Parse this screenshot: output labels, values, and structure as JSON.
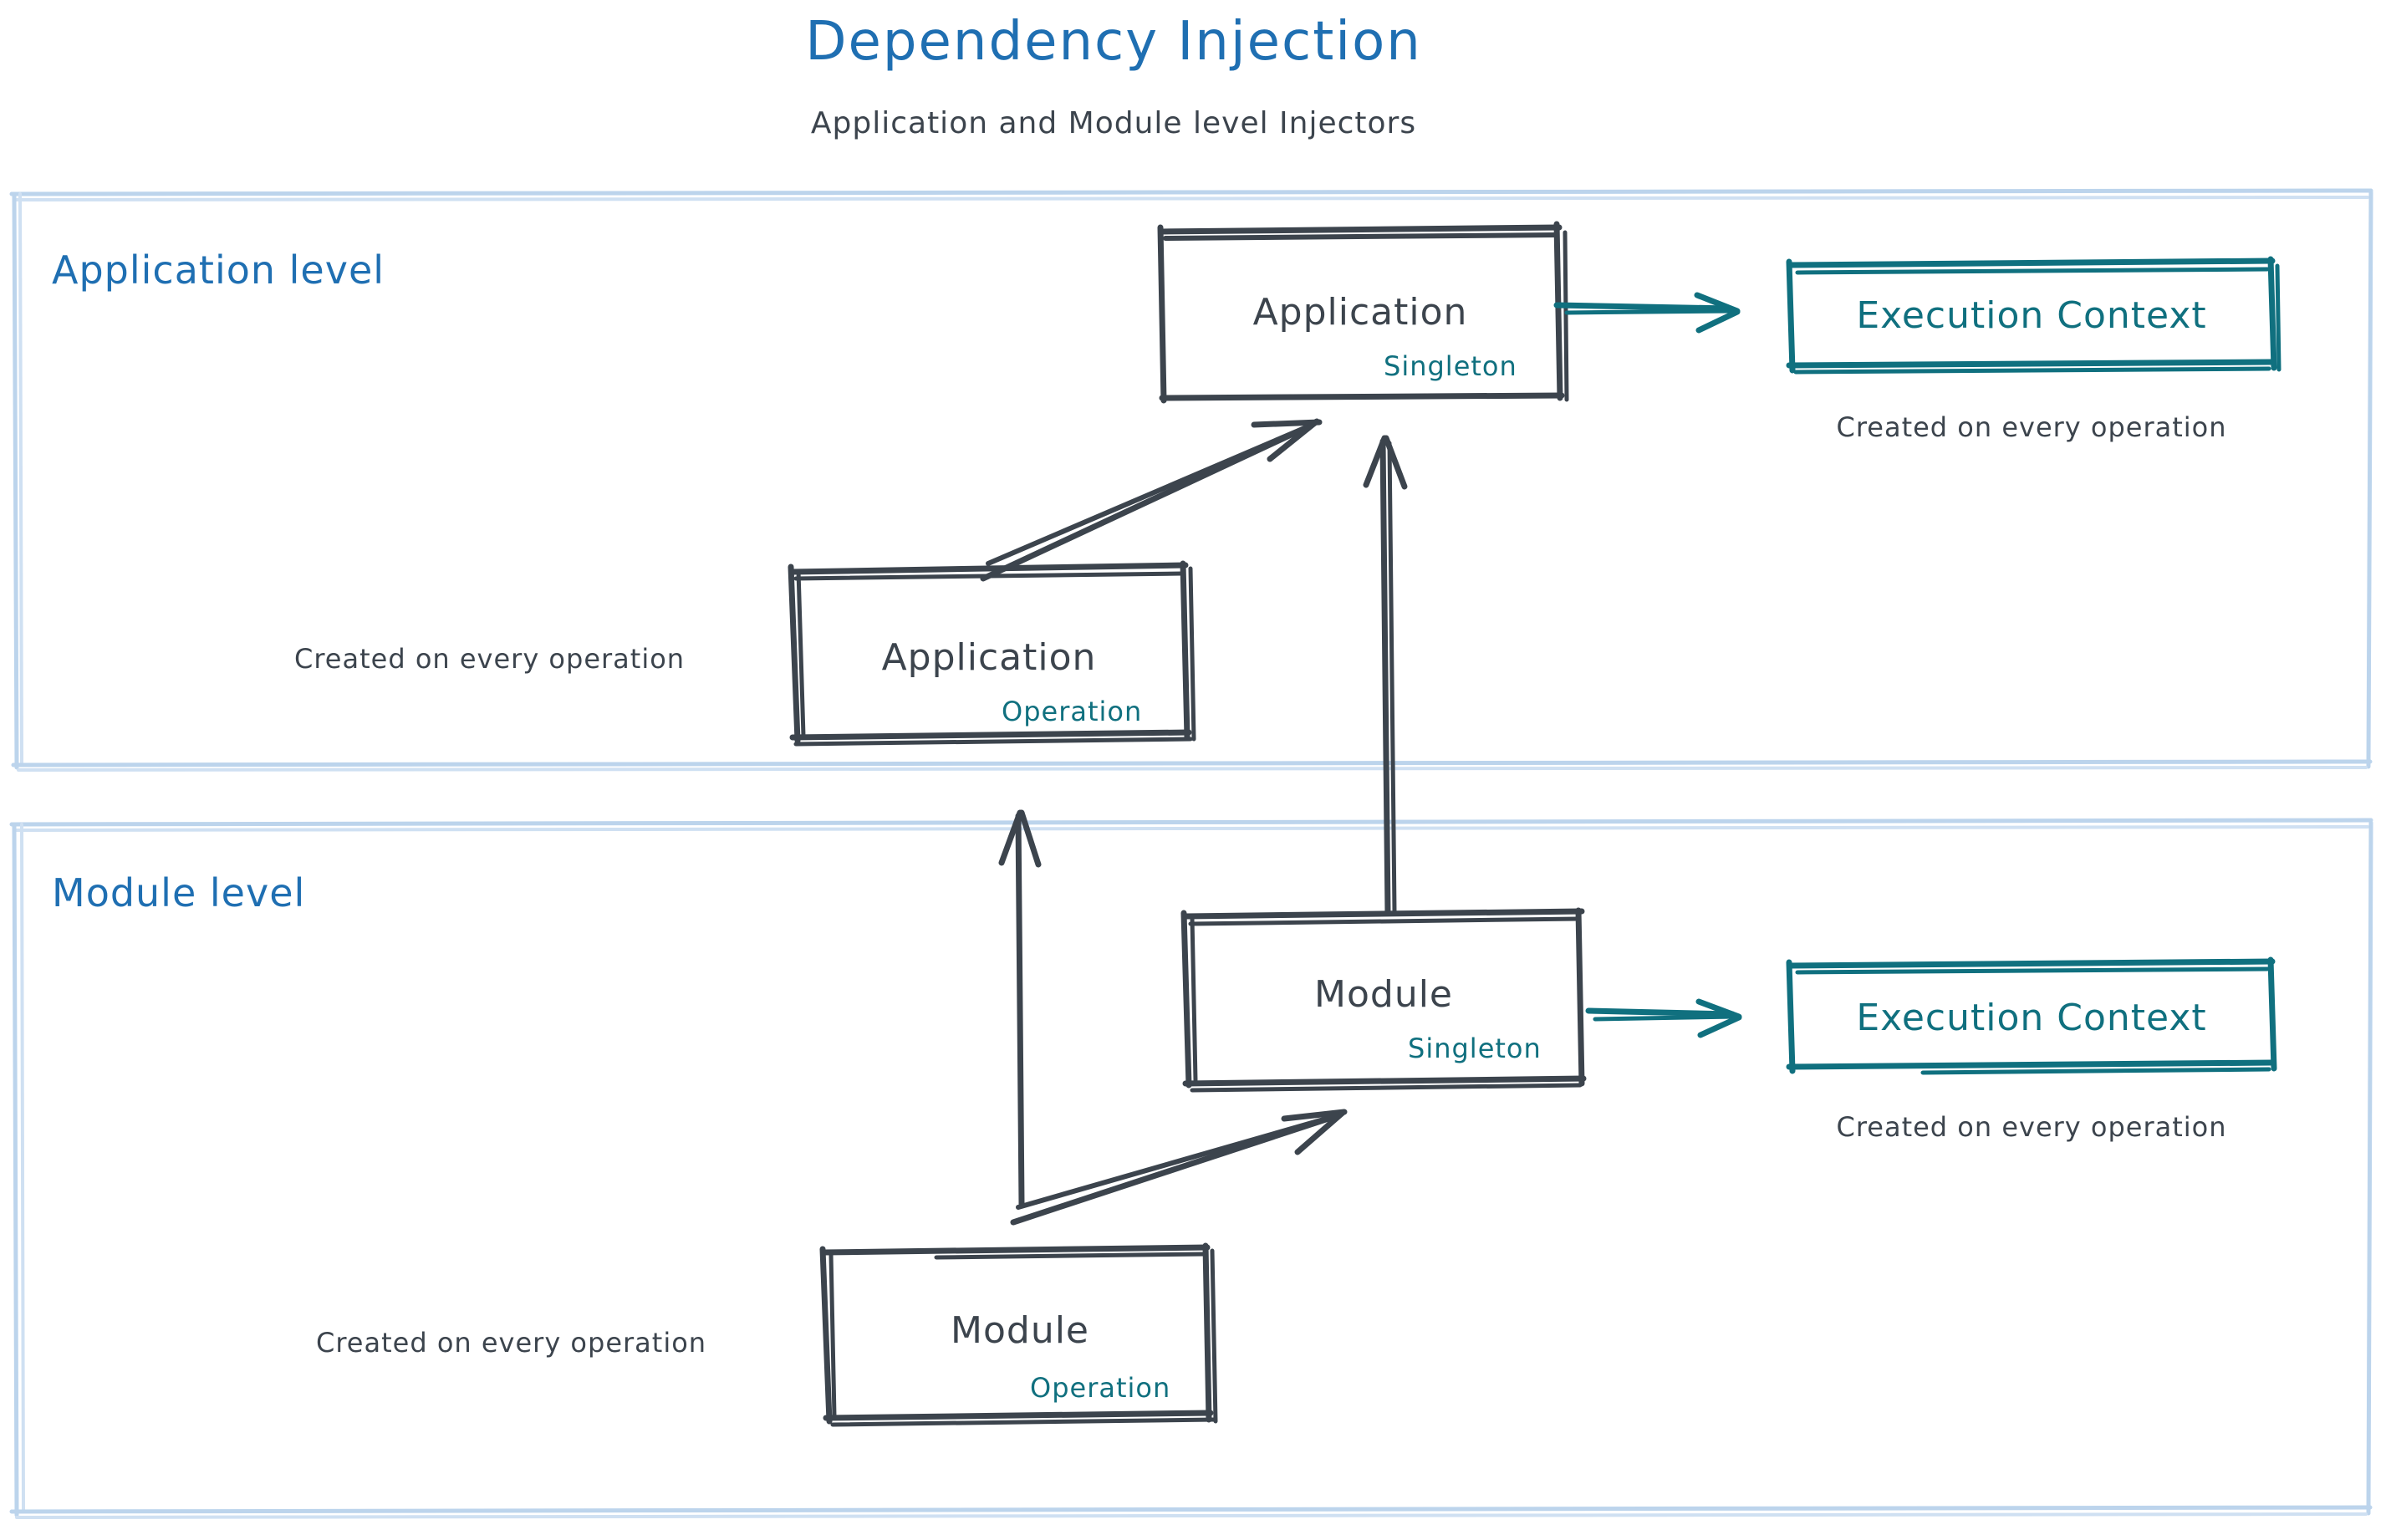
{
  "header": {
    "title": "Dependency Injection",
    "subtitle": "Application and Module level Injectors",
    "title_color": "#1f6fb2",
    "subtitle_color": "#3c444d"
  },
  "colors": {
    "accent_blue": "#1f6fb2",
    "container_border": "#bcd4ec",
    "ink": "#3c444d",
    "teal": "#10707f",
    "background": "#ffffff"
  },
  "sections": [
    {
      "id": "application-level",
      "label": "Application level",
      "nodes": [
        {
          "id": "application-singleton",
          "name": "Application",
          "scope": "Singleton",
          "style": "ink"
        },
        {
          "id": "application-operation",
          "name": "Application",
          "scope": "Operation",
          "style": "ink"
        },
        {
          "id": "execution-context-application",
          "name": "Execution Context",
          "scope": "",
          "style": "teal"
        }
      ],
      "notes": [
        {
          "id": "note-exec-ctx-app",
          "text": "Created on every operation"
        },
        {
          "id": "note-app-operation",
          "text": "Created on every operation"
        }
      ],
      "edges": [
        {
          "from": "application-operation",
          "to": "application-singleton",
          "style": "ink"
        },
        {
          "from": "application-singleton",
          "to": "execution-context-application",
          "style": "teal"
        }
      ]
    },
    {
      "id": "module-level",
      "label": "Module level",
      "nodes": [
        {
          "id": "module-singleton",
          "name": "Module",
          "scope": "Singleton",
          "style": "ink"
        },
        {
          "id": "module-operation",
          "name": "Module",
          "scope": "Operation",
          "style": "ink"
        },
        {
          "id": "execution-context-module",
          "name": "Execution Context",
          "scope": "",
          "style": "teal"
        }
      ],
      "notes": [
        {
          "id": "note-exec-ctx-module",
          "text": "Created on every operation"
        },
        {
          "id": "note-module-operation",
          "text": "Created on every operation"
        }
      ],
      "edges": [
        {
          "from": "module-operation",
          "to": "module-singleton",
          "style": "ink"
        },
        {
          "from": "module-singleton",
          "to": "execution-context-module",
          "style": "teal"
        },
        {
          "from": "module-singleton",
          "to": "application-singleton",
          "style": "ink"
        },
        {
          "from": "module-operation",
          "to": "application-operation",
          "style": "ink"
        }
      ]
    }
  ]
}
